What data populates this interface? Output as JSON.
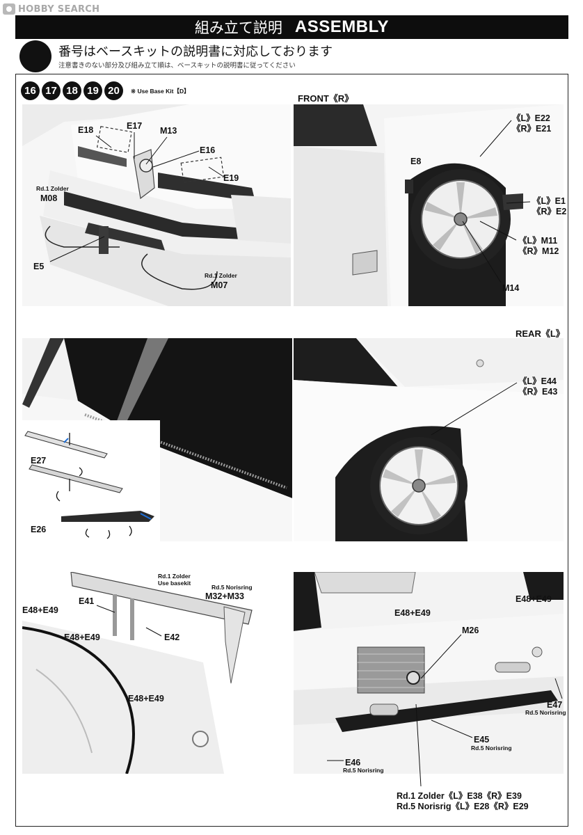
{
  "watermark": {
    "text": "HOBBY SEARCH"
  },
  "header": {
    "title_jp": "組み立て説明",
    "title_en": "ASSEMBLY"
  },
  "notes": {
    "main": "番号はベースキットの説明書に対応しております",
    "sub": "注意書きのない部分及び組み立て順は、ベースキットの説明書に従ってください"
  },
  "steps": {
    "numbers": [
      "16",
      "17",
      "18",
      "19",
      "20"
    ],
    "base_kit_note": "※ Use Base Kit【D】"
  },
  "front_nose": {
    "labels": {
      "e18": "E18",
      "e17": "E17",
      "m13": "M13",
      "e16": "E16",
      "e19": "E19",
      "zolder_a": "Rd.1 Zolder",
      "m08": "M08",
      "e5": "E5",
      "zolder_b": "Rd.1 Zolder",
      "m07": "M07"
    }
  },
  "front_wheel": {
    "title": "FRONT《R》",
    "labels": {
      "l_e22": "《L》E22",
      "r_e21": "《R》E21",
      "e8": "E8",
      "l_e1": "《L》E1",
      "r_e2": "《R》E2",
      "l_m11": "《L》M11",
      "r_m12": "《R》M12",
      "m14": "M14"
    }
  },
  "rear_window": {
    "labels": {
      "e27": "E27",
      "e26": "E26"
    }
  },
  "rear_wheel": {
    "title": "REAR《L》",
    "labels": {
      "l_e44": "《L》E44",
      "r_e43": "《R》E43"
    }
  },
  "wing": {
    "labels": {
      "zolder": "Rd.1 Zolder",
      "basekit": "Use basekit",
      "norisring": "Rd.5 Norisring",
      "m32_m33": "M32+M33",
      "e41": "E41",
      "e48_a": "E48+E49",
      "e48_b": "E48+E49",
      "e42": "E42",
      "e48_c": "E48+E49"
    }
  },
  "rear_bumper": {
    "labels": {
      "e48_d": "E48+E49",
      "e48_e": "E48+E49",
      "m26": "M26",
      "e47": "E47",
      "e47_sub": "Rd.5 Norisring",
      "e45": "E45",
      "e45_sub": "Rd.5 Norisring",
      "e46": "E46",
      "e46_sub": "Rd.5 Norisring",
      "zolder_line": "Rd.1 Zolder《L》E38《R》E39",
      "norisrig_line": "Rd.5 Norisrig《L》E28《R》E29"
    }
  }
}
